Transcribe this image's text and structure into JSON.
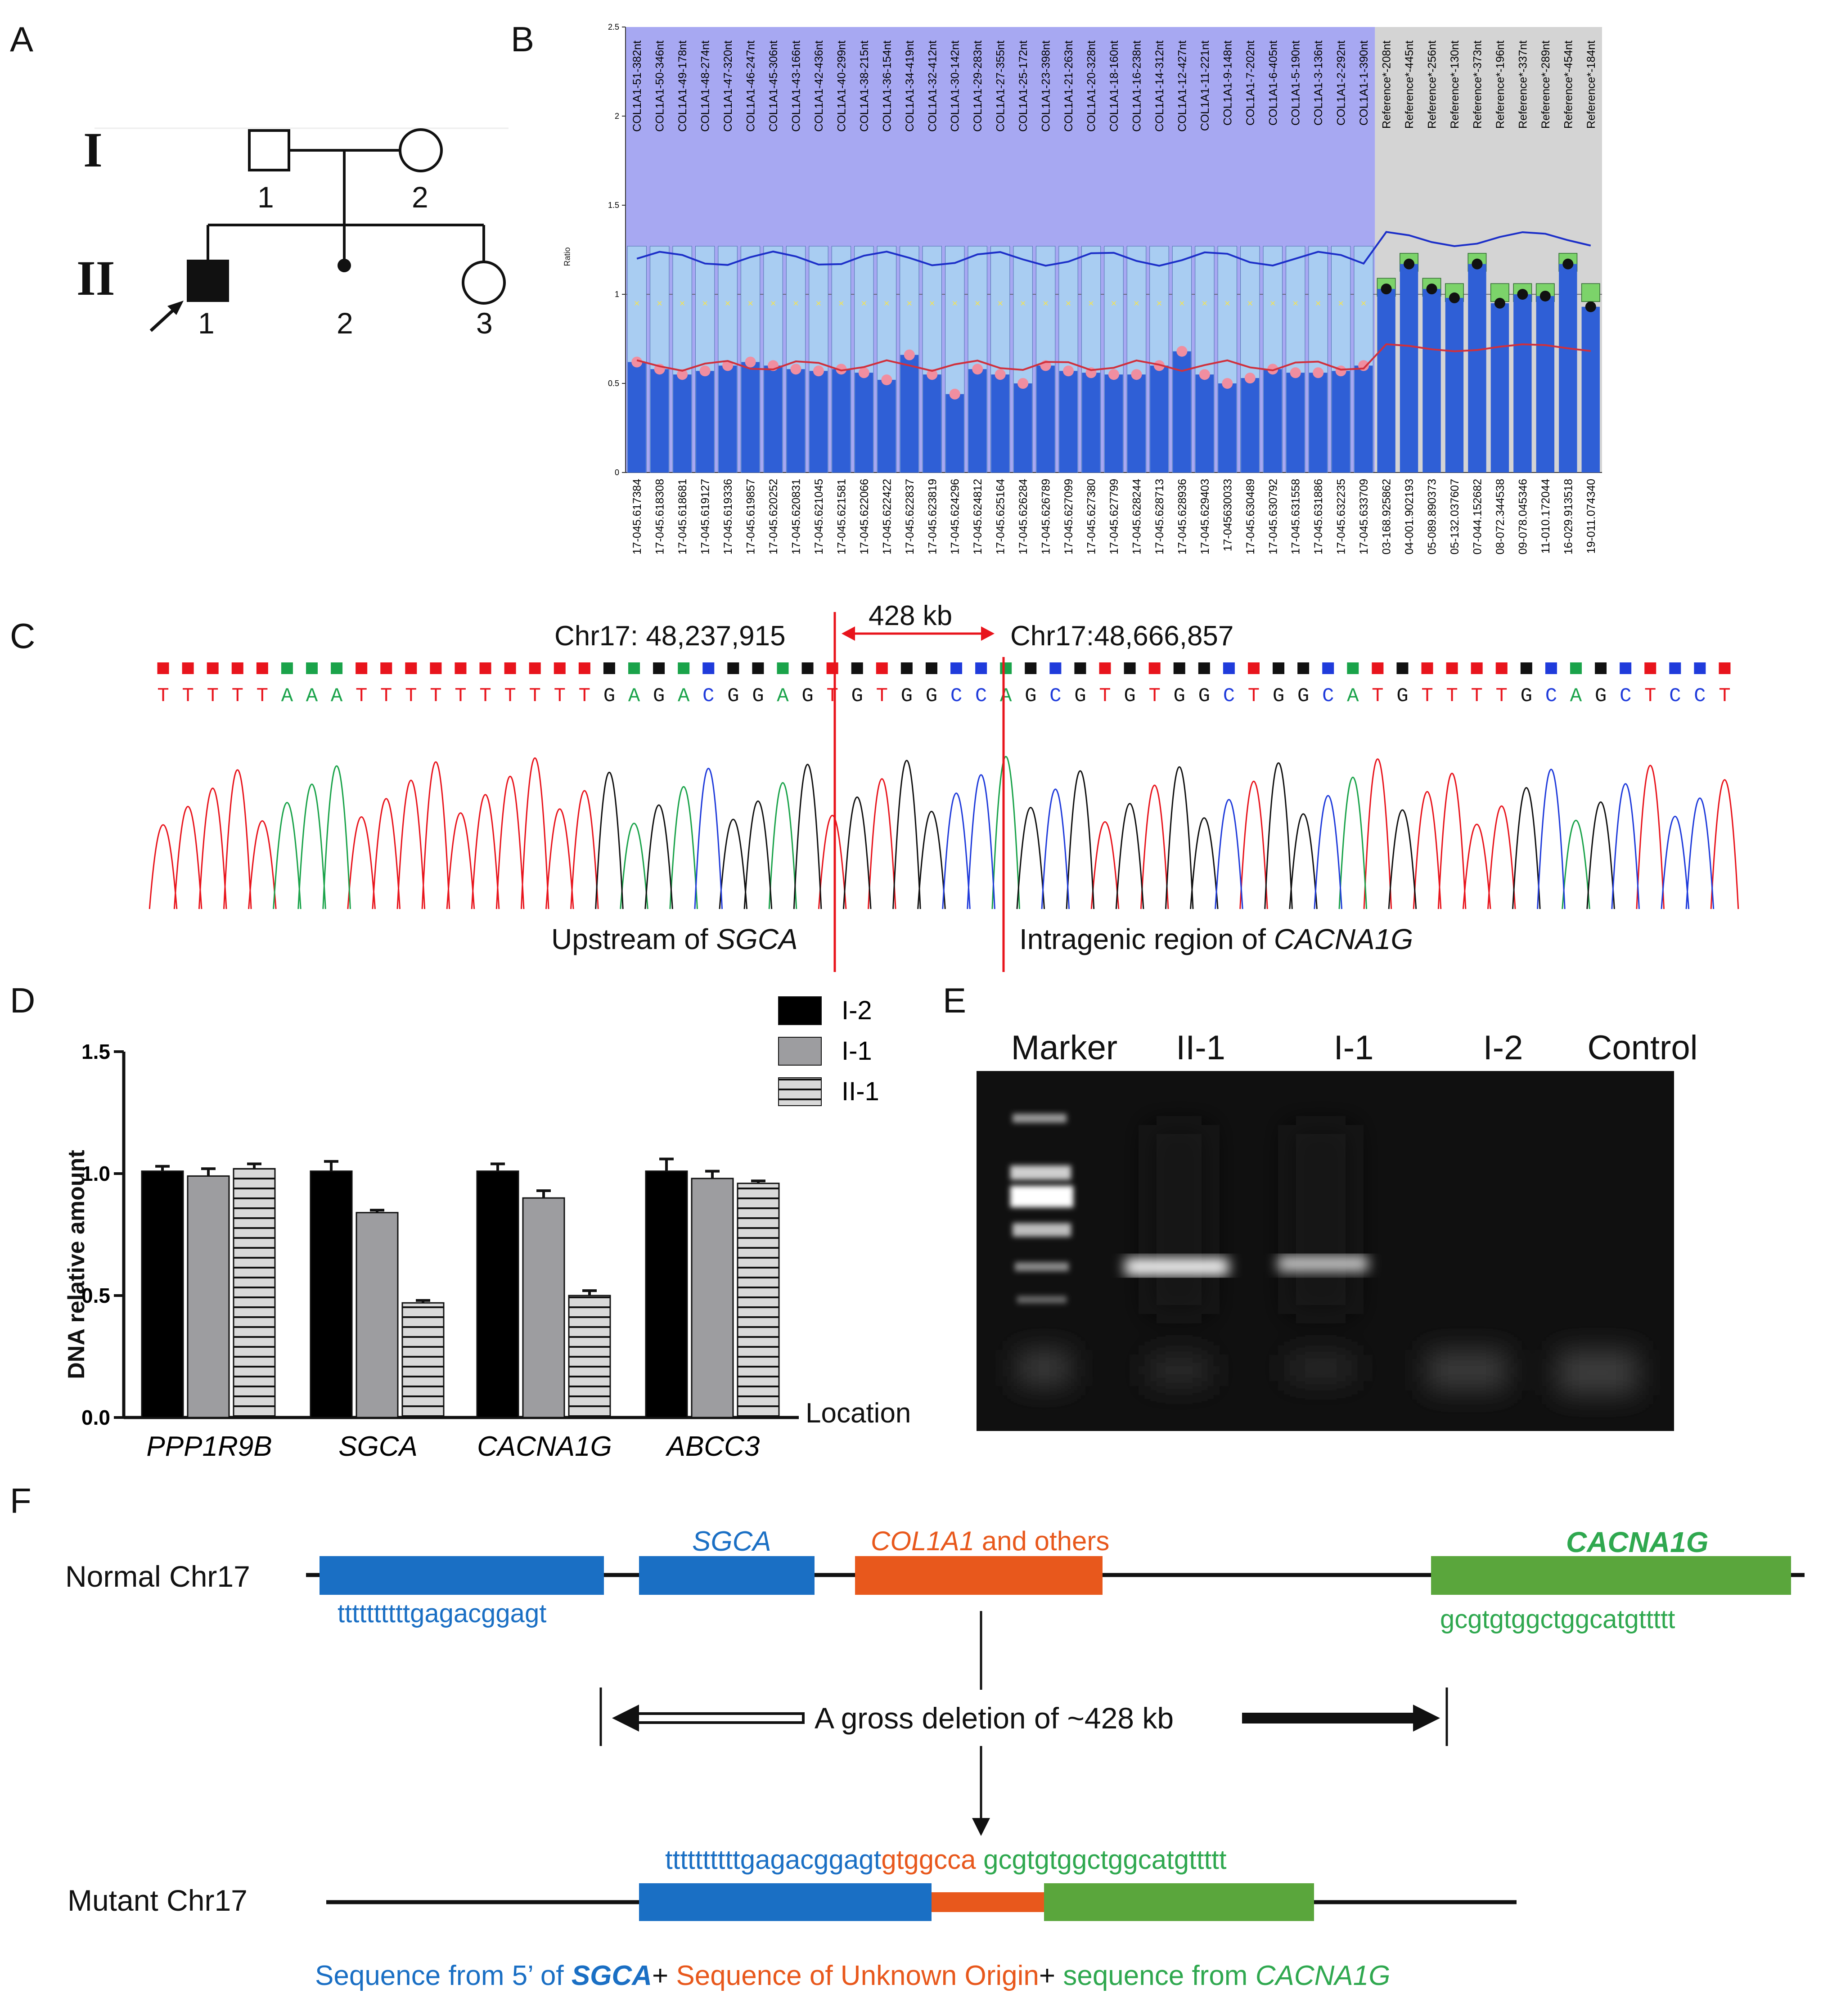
{
  "panels": {
    "a": "A",
    "b": "B",
    "c": "C",
    "d": "D",
    "e": "E",
    "f": "F"
  },
  "pedigree": {
    "gen1": "I",
    "gen2": "II",
    "i1": "1",
    "i2": "2",
    "ii1": "1",
    "ii2": "2",
    "ii3": "3"
  },
  "mlpa": {
    "ylabel": "Ratio",
    "yticks": [
      "2.5",
      "2",
      "1.5",
      "1",
      "0.5",
      "0"
    ],
    "probe_labels": [
      "COL1A1-51-382nt",
      "COL1A1-50-346nt",
      "COL1A1-49-178nt",
      "COL1A1-48-274nt",
      "COL1A1-47-320nt",
      "COL1A1-46-247nt",
      "COL1A1-45-306nt",
      "COL1A1-43-166nt",
      "COL1A1-42-436nt",
      "COL1A1-40-299nt",
      "COL1A1-38-215nt",
      "COL1A1-36-154nt",
      "COL1A1-34-419nt",
      "COL1A1-32-412nt",
      "COL1A1-30-142nt",
      "COL1A1-29-283nt",
      "COL1A1-27-355nt",
      "COL1A1-25-172nt",
      "COL1A1-23-398nt",
      "COL1A1-21-263nt",
      "COL1A1-20-328nt",
      "COL1A1-18-160nt",
      "COL1A1-16-238nt",
      "COL1A1-14-312nt",
      "COL1A1-12-427nt",
      "COL1A1-11-221nt",
      "COL1A1-9-148nt",
      "COL1A1-7-202nt",
      "COL1A1-6-405nt",
      "COL1A1-5-190nt",
      "COL1A1-3-136nt",
      "COL1A1-2-292nt",
      "COL1A1-1-390nt",
      "Reference*-208nt",
      "Reference*-445nt",
      "Reference*-256nt",
      "Reference*-130nt",
      "Reference*-373nt",
      "Reference*-196nt",
      "Reference*-337nt",
      "Reference*-289nt",
      "Reference*-454nt",
      "Reference*-184nt"
    ],
    "position_labels": [
      "17-045.617384",
      "17-045.618308",
      "17-045.618681",
      "17-045.619127",
      "17-045.619336",
      "17-045.619857",
      "17-045.620252",
      "17-045.620831",
      "17-045.621045",
      "17-045.621581",
      "17-045.622066",
      "17-045.622422",
      "17-045.622837",
      "17-045.623819",
      "17-045.624296",
      "17-045.624812",
      "17-045.625164",
      "17-045.626284",
      "17-045.626789",
      "17-045.627099",
      "17-045.627380",
      "17-045.627799",
      "17-045.628244",
      "17-045.628713",
      "17-045.628936",
      "17-045.629403",
      "17-045630033",
      "17-045.630489",
      "17-045.630792",
      "17-045.631558",
      "17-045.631886",
      "17-045.632235",
      "17-045.633709",
      "03-168.925862",
      "04-001.902193",
      "05-089.890373",
      "05-132.037607",
      "07-044.152682",
      "08-072.344538",
      "09-078.045346",
      "11-010.172044",
      "16-029.913518",
      "19-011.074340"
    ],
    "values": [
      0.62,
      0.58,
      0.55,
      0.57,
      0.6,
      0.62,
      0.6,
      0.58,
      0.57,
      0.58,
      0.56,
      0.52,
      0.66,
      0.55,
      0.44,
      0.58,
      0.55,
      0.5,
      0.6,
      0.57,
      0.56,
      0.55,
      0.55,
      0.6,
      0.68,
      0.55,
      0.5,
      0.53,
      0.58,
      0.56,
      0.56,
      0.57,
      0.6,
      1.03,
      1.17,
      1.03,
      0.98,
      1.17,
      0.95,
      1.0,
      0.99,
      1.17,
      0.93
    ],
    "n_deleted": 33
  },
  "chromatogram": {
    "left_coord": "Chr17: 48,237,915",
    "right_coord": "Chr17:48,666,857",
    "size": "428 kb",
    "sequence": "TTTTTAAATTTTTTTTTTGAGACGGAGTGTGGCCAGCGTGTGGCTGGCATGTTTTGCAGCTCCT",
    "left_label": "Upstream of ",
    "left_gene": "SGCA",
    "right_label": "Intragenic region of ",
    "right_gene": "CACNA1G",
    "colors": {
      "T": "#e8141c",
      "A": "#1aa34a",
      "G": "#111111",
      "C": "#1f3bdb"
    }
  },
  "chart_data": {
    "type": "bar",
    "categories": [
      "PPP1R9B",
      "SGCA",
      "CACNA1G",
      "ABCC3"
    ],
    "series": [
      {
        "name": "I-2",
        "values": [
          1.01,
          1.01,
          1.01,
          1.01
        ],
        "errors": [
          0.02,
          0.04,
          0.03,
          0.05
        ]
      },
      {
        "name": "I-1",
        "values": [
          0.99,
          0.84,
          0.9,
          0.98
        ],
        "errors": [
          0.03,
          0.01,
          0.03,
          0.03
        ]
      },
      {
        "name": "II-1",
        "values": [
          1.02,
          0.47,
          0.5,
          0.96
        ],
        "errors": [
          0.02,
          0.01,
          0.02,
          0.01
        ]
      }
    ],
    "ylabel": "DNA relative amount",
    "xlabel": "Location",
    "ylim": [
      0,
      1.5
    ],
    "yticks": [
      "0.0",
      "0.5",
      "1.0",
      "1.5"
    ],
    "legend": "top-right"
  },
  "gel": {
    "lanes": [
      "Marker",
      "II-1",
      "I-1",
      "I-2",
      "Control"
    ]
  },
  "schematic": {
    "normal_label": "Normal Chr17",
    "mutant_label": "Mutant Chr17",
    "sgca": "SGCA",
    "col1a1": "COL1A1",
    "and_others": " and others",
    "cacna1g": "CACNA1G",
    "left_seq": "ttttttttttgagacggagt",
    "right_seq": "gcgtgtggctggcatgttttt",
    "deletion_text": "A gross  deletion  of ~428 kb",
    "junction_left": "ttttttttttgagacggagt",
    "junction_mid": "gtggcca",
    "junction_right": "gcgtgtggctggcatgttttt",
    "caption_1": "Sequence from 5’ of ",
    "caption_gene1": "SGCA",
    "caption_plus1": "+",
    "caption_2": " Sequence of Unknown Origin",
    "caption_plus2": "+",
    "caption_3": " sequence from ",
    "caption_gene2": "CACNA1G",
    "colors": {
      "blue": "#1a6fc4",
      "orange": "#e8581c",
      "green": "#5aa63c",
      "green_text": "#2fa84f"
    }
  }
}
